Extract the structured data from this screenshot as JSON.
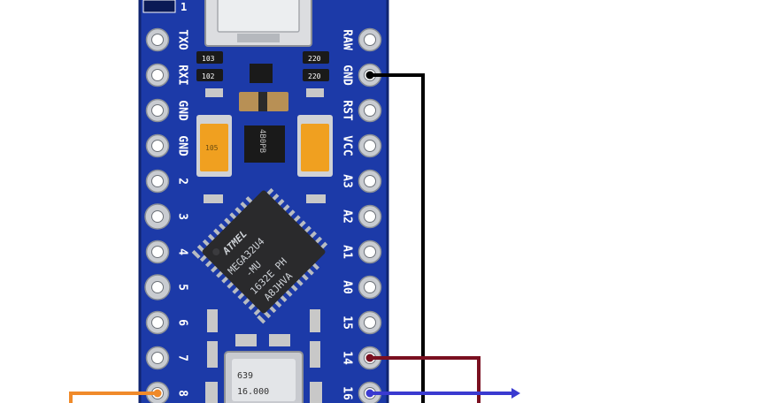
{
  "colors": {
    "board": "#1c3aa8",
    "board_edge": "#0f2470",
    "silk": "#ffffff",
    "pad": "#c9ccd1",
    "chip": "#2a2a2c",
    "cap": "#f0a020",
    "wire_black": "#000000",
    "wire_maroon": "#7a1020",
    "wire_blue": "#3a3ad0",
    "wire_orange": "#f08a2a"
  },
  "board": {
    "left_labels": [
      "TXO",
      "RXI",
      "GND",
      "GND",
      "2",
      "3",
      "4",
      "5",
      "6",
      "7",
      "8"
    ],
    "right_labels": [
      "RAW",
      "GND",
      "RST",
      "VCC",
      "A3",
      "A2",
      "A1",
      "A0",
      "15",
      "14",
      "16"
    ],
    "top_left_mark": "1",
    "chip_text": [
      "ATMEL",
      "MEGA32U4",
      "-MU",
      "1632E PH",
      "A8JHVA"
    ],
    "crystal_text": [
      "639",
      "16.000"
    ],
    "resistor_labels": [
      "103",
      "220",
      "102",
      "220",
      "105",
      "4B0PB"
    ]
  },
  "wires": [
    {
      "name": "black-wire",
      "color_key": "wire_black",
      "from_pin": "GND"
    },
    {
      "name": "maroon-wire",
      "color_key": "wire_maroon",
      "from_pin": "14"
    },
    {
      "name": "blue-wire",
      "color_key": "wire_blue",
      "from_pin": "16"
    },
    {
      "name": "orange-wire",
      "color_key": "wire_orange",
      "from_pin": "8"
    }
  ]
}
